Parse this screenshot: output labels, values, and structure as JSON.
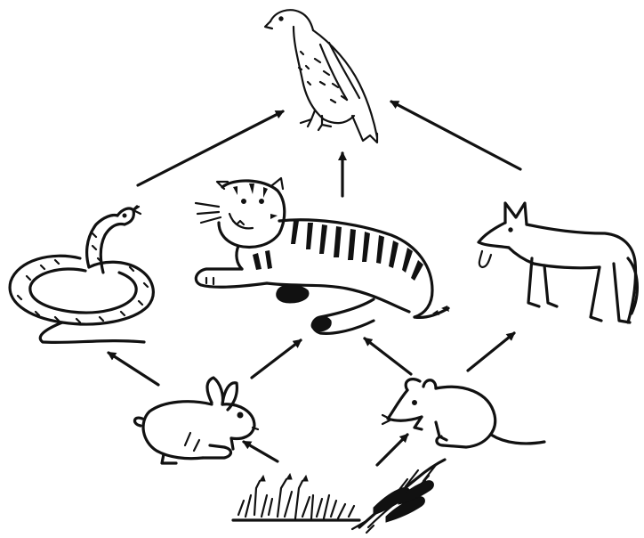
{
  "diagram": {
    "type": "food-web",
    "organisms": [
      {
        "id": "eagle",
        "icon": "eagle-icon"
      },
      {
        "id": "tiger",
        "icon": "tiger-icon"
      },
      {
        "id": "snake",
        "icon": "snake-icon"
      },
      {
        "id": "fox",
        "icon": "fox-icon"
      },
      {
        "id": "rabbit",
        "icon": "rabbit-icon"
      },
      {
        "id": "mouse",
        "icon": "mouse-icon"
      },
      {
        "id": "grass",
        "icon": "grass-icon"
      },
      {
        "id": "wheat",
        "icon": "wheat-icon"
      }
    ],
    "arrows": [
      {
        "from": "snake",
        "to": "eagle"
      },
      {
        "from": "tiger",
        "to": "eagle"
      },
      {
        "from": "fox",
        "to": "eagle"
      },
      {
        "from": "rabbit",
        "to": "snake"
      },
      {
        "from": "rabbit",
        "to": "tiger"
      },
      {
        "from": "mouse",
        "to": "tiger"
      },
      {
        "from": "mouse",
        "to": "fox"
      },
      {
        "from": "plants",
        "to": "rabbit"
      },
      {
        "from": "plants",
        "to": "mouse"
      }
    ],
    "ink_color": "#111111",
    "background": "#ffffff"
  }
}
